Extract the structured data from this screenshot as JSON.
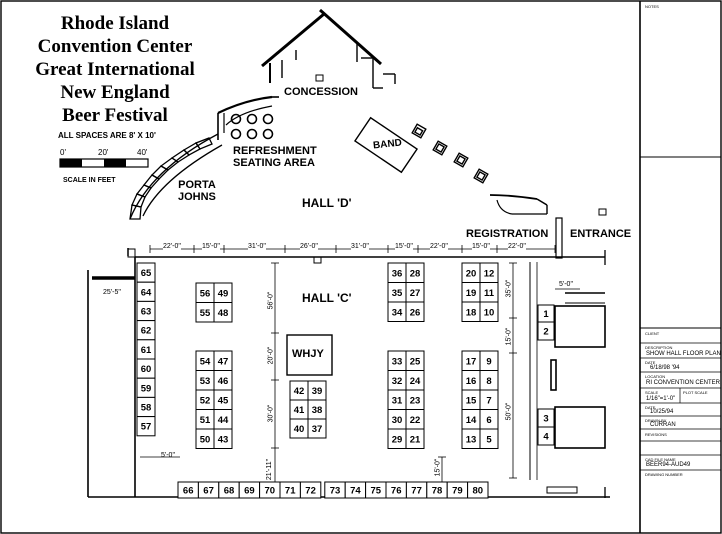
{
  "title_lines": [
    "Rhode Island",
    "Convention Center",
    "Great International",
    "New England",
    "Beer Festival"
  ],
  "all_spaces_note": "ALL SPACES ARE 8' X 10'",
  "scale": {
    "ticks": [
      "0'",
      "20'",
      "40'"
    ],
    "caption": "SCALE IN FEET"
  },
  "areas": {
    "concession": "CONCESSION",
    "band": "BAND",
    "refreshment": [
      "REFRESHMENT",
      "SEATING AREA"
    ],
    "porta_johns": [
      "PORTA",
      "JOHNS"
    ],
    "hall_d": "HALL 'D'",
    "hall_c": "HALL 'C'",
    "registration": "REGISTRATION",
    "entrance": "ENTRANCE",
    "whjy": "WHJY"
  },
  "top_dims": [
    "22'-0\"",
    "15'-0\"",
    "31'-0\"",
    "26'-0\"",
    "31'-0\"",
    "15'-0\"",
    "22'-0\"",
    "15'-0\"",
    "22'-0\""
  ],
  "dims": {
    "left_wall": "25'-5\"",
    "left_bottom": "5'-0\"",
    "right_entrance": "5'-0\"",
    "v_col3_top": "56'-0\"",
    "v_col3_mid": "20'-0\"",
    "v_col3_low": "30'-0\"",
    "v_col3_bottom": "21'-11\"",
    "v_reg_top": "35'-0\"",
    "v_reg_mid": "15'-0\"",
    "v_reg_low": "50'-0\"",
    "v_mid_bottom": "15'-0\""
  },
  "booths": {
    "left_wall": [
      "65",
      "64",
      "63",
      "62",
      "61",
      "60",
      "59",
      "58",
      "57"
    ],
    "bottom_row": [
      "66",
      "67",
      "68",
      "69",
      "70",
      "71",
      "72",
      "73",
      "74",
      "75",
      "76",
      "77",
      "78",
      "79",
      "80"
    ],
    "block_a_top": [
      [
        "56",
        "49"
      ],
      [
        "55",
        "48"
      ]
    ],
    "block_a_bottom": [
      [
        "54",
        "47"
      ],
      [
        "53",
        "46"
      ],
      [
        "52",
        "45"
      ],
      [
        "51",
        "44"
      ],
      [
        "50",
        "43"
      ]
    ],
    "block_b": [
      [
        "42",
        "39"
      ],
      [
        "41",
        "38"
      ],
      [
        "40",
        "37"
      ]
    ],
    "block_c_top": [
      [
        "36",
        "28"
      ],
      [
        "35",
        "27"
      ],
      [
        "34",
        "26"
      ]
    ],
    "block_c_bottom": [
      [
        "33",
        "25"
      ],
      [
        "32",
        "24"
      ],
      [
        "31",
        "23"
      ],
      [
        "30",
        "22"
      ],
      [
        "29",
        "21"
      ]
    ],
    "block_d_top": [
      [
        "20",
        "12"
      ],
      [
        "19",
        "11"
      ],
      [
        "18",
        "10"
      ]
    ],
    "block_d_bottom": [
      [
        "17",
        "9"
      ],
      [
        "16",
        "8"
      ],
      [
        "15",
        "7"
      ],
      [
        "14",
        "6"
      ],
      [
        "13",
        "5"
      ]
    ],
    "right_booths": [
      "1",
      "2",
      "3",
      "4"
    ]
  },
  "title_block": {
    "notes_heading": "NOTES",
    "client_label": "CLIENT",
    "description_label": "DESCRIPTION",
    "description_value": "SHOW HALL FLOOR PLAN",
    "date_label": "DATE",
    "date_value": "6/18/98 '94",
    "location_label": "LOCATION",
    "location_value": "RI CONVENTION CENTER",
    "scale_label": "SCALE",
    "scale_value": "1/16\"=1'-0\"",
    "file_scale_label": "PLOT SCALE",
    "drawn_label": "DATE",
    "drawn_value": "10/25/94",
    "drawn_by_label": "DRAWN BY",
    "drawn_by_value": "CURRAN",
    "revisions_label": "REVISIONS",
    "cad_file_label": "CAD FILE NAME",
    "cad_file_value": "BEER94-AUD49",
    "drawing_number_label": "DRAWING NUMBER"
  }
}
